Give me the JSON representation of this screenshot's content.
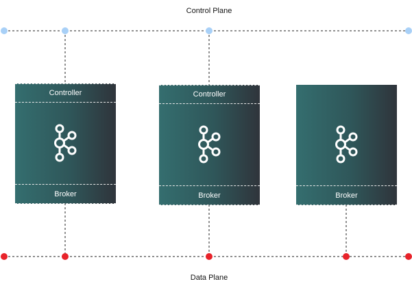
{
  "planes": {
    "control": "Control Plane",
    "data": "Data Plane"
  },
  "nodes": [
    {
      "controller_label": "Controller",
      "broker_label": "Broker"
    },
    {
      "controller_label": "Controller",
      "broker_label": "Broker"
    },
    {
      "controller_label": "",
      "broker_label": "Broker"
    }
  ],
  "colors": {
    "control_dot": "#a8d0f7",
    "data_dot": "#e8232a",
    "node_gradient": [
      "#346e6f",
      "#2f343b"
    ]
  },
  "icons": {
    "node_logo": "kafka-logo-icon"
  }
}
